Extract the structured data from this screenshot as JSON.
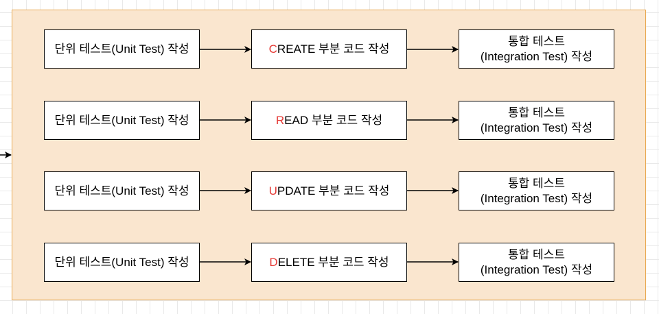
{
  "colors": {
    "container_fill": "#fae6cf",
    "container_border": "#e8a84f",
    "accent": "#e53935"
  },
  "rows": [
    {
      "unit_test": "단위 테스트(Unit Test) 작성",
      "crud_first": "C",
      "crud_rest": "REATE 부분 코드 작성",
      "integration_line1": "통합 테스트",
      "integration_line2": "(Integration Test) 작성"
    },
    {
      "unit_test": "단위 테스트(Unit Test) 작성",
      "crud_first": "R",
      "crud_rest": "EAD 부분 코드 작성",
      "integration_line1": "통합 테스트",
      "integration_line2": "(Integration Test) 작성"
    },
    {
      "unit_test": "단위 테스트(Unit Test) 작성",
      "crud_first": "U",
      "crud_rest": "PDATE 부분 코드 작성",
      "integration_line1": "통합 테스트",
      "integration_line2": "(Integration Test) 작성"
    },
    {
      "unit_test": "단위 테스트(Unit Test) 작성",
      "crud_first": "D",
      "crud_rest": "ELETE 부분 코드 작성",
      "integration_line1": "통합 테스트",
      "integration_line2": "(Integration Test) 작성"
    }
  ]
}
